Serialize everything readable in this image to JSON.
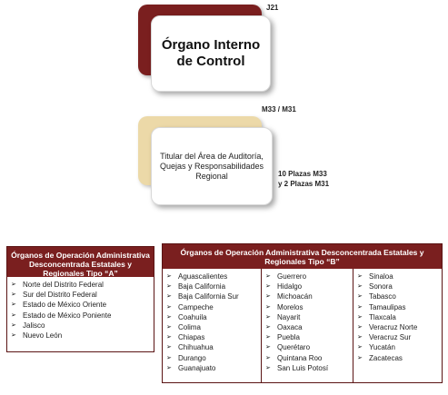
{
  "top_box": {
    "code": "J21",
    "title": "Órgano Interno de Control"
  },
  "mid_box": {
    "code": "M33 / M31",
    "title": "Titular del Área de Auditoría, Quejas y Responsabilidades Regional",
    "plazas_line1": "10 Plazas M33",
    "plazas_line2": "y 2 Plazas M31"
  },
  "table_a": {
    "header": "Órganos de Operación Administrativa Desconcentrada Estatales y Regionales Tipo “A”",
    "items": [
      "Norte del Distrito Federal",
      "Sur del Distrito Federal",
      "Estado de México Oriente",
      "Estado de México Poniente",
      "Jalisco",
      "Nuevo León"
    ]
  },
  "table_b": {
    "header": "Órganos de Operación Administrativa Desconcentrada Estatales y Regionales Tipo “B”",
    "col1": [
      "Aguascalientes",
      "Baja California",
      "Baja California Sur",
      "Campeche",
      "Coahuila",
      "Colima",
      "Chiapas",
      "Chihuahua",
      "Durango",
      "Guanajuato"
    ],
    "col2": [
      "Guerrero",
      "Hidalgo",
      "Michoacán",
      "Morelos",
      "Nayarit",
      "Oaxaca",
      "Puebla",
      "Querétaro",
      "Quintana Roo",
      "San Luis Potosí"
    ],
    "col3": [
      "Sinaloa",
      "Sonora",
      "Tabasco",
      "Tamaulipas",
      "Tlaxcala",
      "Veracruz Norte",
      "Veracruz Sur",
      "Yucatán",
      "Zacatecas"
    ]
  },
  "colors": {
    "accent": "#7a1f1f",
    "gold": "#ecd9a8"
  },
  "list_bullet_icon": "arrow-bullet-icon"
}
